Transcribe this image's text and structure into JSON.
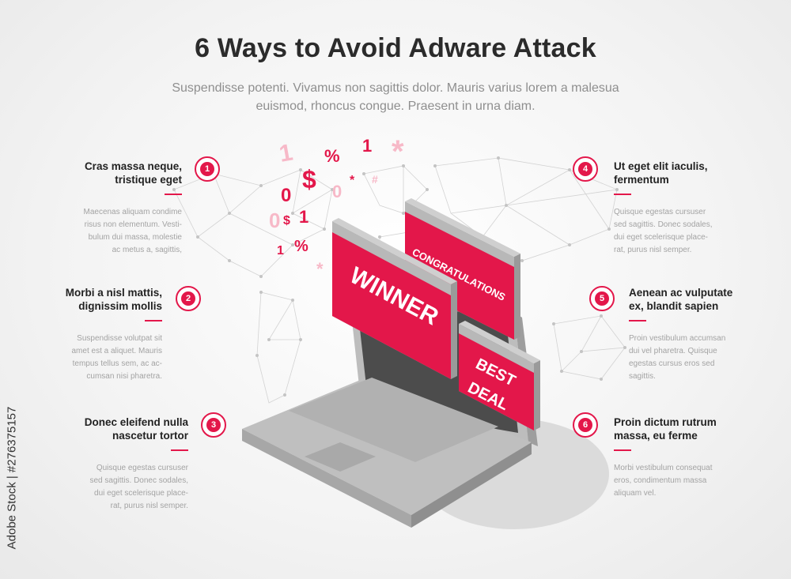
{
  "header": {
    "title": "6 Ways to Avoid Adware Attack",
    "subtitle": "Suspendisse potenti. Vivamus non sagittis dolor. Mauris varius lorem a malesua euismod, rhoncus congue. Praesent in urna diam."
  },
  "colors": {
    "accent": "#e3174a",
    "text": "#2b2b2b",
    "muted": "#a3a3a3"
  },
  "items": [
    {
      "number": "1",
      "heading": "Cras massa neque, tristique eget",
      "body": "Maecenas aliquam condime risus non elementum. Vesti- bulum dui massa, molestie ac metus a, sagittis,"
    },
    {
      "number": "2",
      "heading": "Morbi a nisl mattis, dignissim mollis",
      "body": "Suspendisse volutpat sit amet est a aliquet. Mauris tempus tellus sem, ac ac- cumsan nisi pharetra."
    },
    {
      "number": "3",
      "heading": "Donec eleifend nulla nascetur tortor",
      "body": "Quisque egestas cursuser sed sagittis. Donec sodales, dui eget scelerisque place- rat, purus nisl semper."
    },
    {
      "number": "4",
      "heading": "Ut eget elit iaculis, fermentum",
      "body": "Quisque egestas cursuser sed sagittis. Donec sodales, dui eget scelerisque place- rat, purus nisl semper."
    },
    {
      "number": "5",
      "heading": "Aenean ac vulputate ex, blandit sapien",
      "body": "Proin vestibulum accumsan dui vel pharetra. Quisque egestas cursus eros sed sagittis."
    },
    {
      "number": "6",
      "heading": "Proin dictum rutrum massa, eu ferme",
      "body": "Morbi vestibulum consequat eros, condimentum massa aliquam vel."
    }
  ],
  "popups": {
    "winner": "WINNER",
    "congrats": "CONGRATULATIONS",
    "best": "BEST",
    "deal": "DEAL"
  },
  "symbols": [
    "1",
    "%",
    "1",
    "*",
    "$",
    "0",
    "0",
    "*",
    "#",
    "0",
    "$",
    "1",
    "1",
    "%",
    "*"
  ],
  "icons": [
    "world-map-network",
    "laptop-illustration",
    "popup-window"
  ],
  "watermark": "Adobe Stock | #276375157"
}
